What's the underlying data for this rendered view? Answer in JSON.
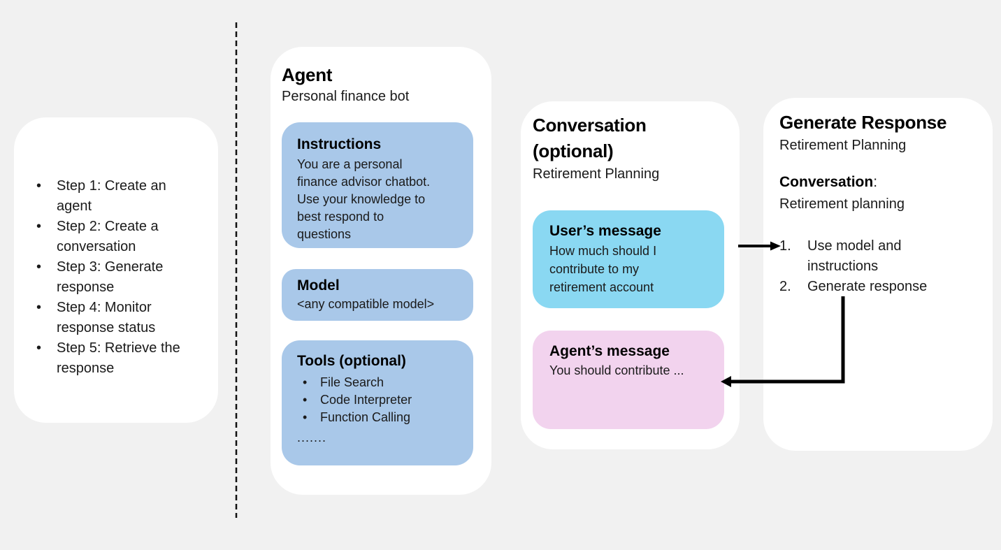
{
  "colors": {
    "background": "#f1f1f1",
    "card": "#ffffff",
    "blue_box": "#a9c8e9",
    "cyan_box": "#8ad8f2",
    "pink_box": "#f2d3ee",
    "text": "#1a1a1a",
    "arrow": "#000000"
  },
  "steps_panel": {
    "items": [
      "Step 1: Create an agent",
      "Step 2: Create a conversation",
      "Step 3: Generate response",
      "Step 4: Monitor response status",
      "Step 5: Retrieve the response"
    ]
  },
  "agent_card": {
    "title": "Agent",
    "subtitle": "Personal finance bot",
    "instructions_box": {
      "title": "Instructions",
      "body": "You are a personal finance advisor chatbot. Use your knowledge to best respond to questions"
    },
    "model_box": {
      "title": "Model",
      "body": "<any compatible model>"
    },
    "tools_box": {
      "title": "Tools (optional)",
      "items": [
        "File Search",
        "Code Interpreter",
        "Function Calling"
      ],
      "ellipsis": "......."
    }
  },
  "conversation_card": {
    "title": "Conversation (optional)",
    "subtitle": "Retirement Planning",
    "user_message": {
      "title": "User’s message",
      "body": "How much should I contribute to my retirement account"
    },
    "agent_message": {
      "title": "Agent’s message",
      "body": "You should contribute ..."
    }
  },
  "generate_card": {
    "title": "Generate Response",
    "subtitle": "Retirement Planning",
    "conversation_label": "Conversation",
    "conversation_colon": ":",
    "conversation_value": "Retirement planning",
    "list_markers": [
      "1.",
      "2."
    ],
    "list": [
      "Use model and instructions",
      "Generate response"
    ]
  }
}
